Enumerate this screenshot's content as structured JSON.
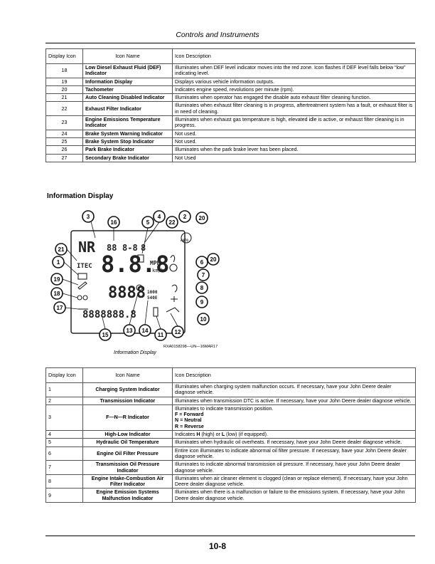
{
  "header": {
    "title": "Controls and Instruments"
  },
  "table1": {
    "headers": [
      "Display Icon",
      "Icon Name",
      "Icon Description"
    ],
    "rows": [
      {
        "num": "18",
        "name": "Low Diesel Exhaust Fluid (DEF) Indicator",
        "desc": "Illuminates when DEF level indicator moves into the red zone. Icon flashes if DEF level falls below “low” indicating level."
      },
      {
        "num": "19",
        "name": "Information Display",
        "desc": "Displays various vehicle information outputs."
      },
      {
        "num": "20",
        "name": "Tachometer",
        "desc": "Indicates engine speed, revolutions per minute (rpm)."
      },
      {
        "num": "21",
        "name": "Auto Cleaning Disabled Indicator",
        "desc": "Illuminates when operator has engaged the disable auto exhaust filter cleaning function."
      },
      {
        "num": "22",
        "name": "Exhaust Filter Indicator",
        "desc": "Illuminates when exhaust filter cleaning is in progress, aftertreatment system has a fault, or exhaust filter is in need of cleaning."
      },
      {
        "num": "23",
        "name": "Engine Emissions Temperature Indicator",
        "desc": "Illuminates when exhaust gas temperature is high, elevated idle is active, or exhaust filter cleaning is in progress."
      },
      {
        "num": "24",
        "name": "Brake System Warning Indicator",
        "desc": "Not used."
      },
      {
        "num": "25",
        "name": "Brake System Stop Indicator",
        "desc": "Not used."
      },
      {
        "num": "26",
        "name": "Park Brake Indicator",
        "desc": "Illuminates when the park brake lever has been placed."
      },
      {
        "num": "27",
        "name": "Secondary Brake Indicator",
        "desc": "Not Used"
      }
    ]
  },
  "section_title": "Information Display",
  "figure": {
    "code": "RXA0158298—UN—16MAR17",
    "caption": "Information Display",
    "callouts": [
      "1",
      "2",
      "3",
      "4",
      "5",
      "6",
      "7",
      "8",
      "9",
      "10",
      "11",
      "12",
      "13",
      "14",
      "15",
      "16",
      "17",
      "18",
      "19",
      "20",
      "20",
      "21",
      "22"
    ],
    "lcd_text": {
      "nr": "NR",
      "itec": "ITEC",
      "mph": "MPH",
      "kmh": "km/h",
      "auto": "AUTO",
      "v1000": "1000",
      "v540e": "540E",
      "big_digits": "8.8.8",
      "odo": "8888888.8"
    }
  },
  "table2": {
    "headers": [
      "Display Icon",
      "Icon Name",
      "Icon Description"
    ],
    "rows": [
      {
        "num": "1",
        "name": "Charging System Indicator",
        "desc": "Illuminates when charging system malfunction occurs. If necessary, have your John Deere dealer diagnose vehicle."
      },
      {
        "num": "2",
        "name": "Transmission Indicator",
        "desc": "Illuminates when transmission DTC is active. If necessary, have your John Deere dealer diagnose vehicle."
      },
      {
        "num": "3",
        "name": "F—N—R Indicator",
        "desc": "Illuminates to indicate transmission position.",
        "extra": [
          "F = Forward",
          "N = Neutral",
          "R = Reverse"
        ]
      },
      {
        "num": "4",
        "name": "High-Low Indicator",
        "desc_parts": [
          "Indicates ",
          "H",
          " (high) or ",
          "L",
          " (low) (if equipped)."
        ]
      },
      {
        "num": "5",
        "name": "Hydraulic Oil Temperature",
        "desc": "Illuminates when hydraulic oil overheats. If necessary, have your John Deere dealer diagnose vehicle."
      },
      {
        "num": "6",
        "name": "Engine Oil Filter Pressure",
        "desc": "Entire icon illuminates to indicate abnormal oil filter pressure. If necessary, have your John Deere dealer diagnose vehicle."
      },
      {
        "num": "7",
        "name": "Transmission Oil Pressure Indicator",
        "desc": "Illuminates to indicate abnormal transmission oil pressure. If necessary, have your John Deere dealer diagnose vehicle."
      },
      {
        "num": "8",
        "name": "Engine Intake-Combustion Air Filter Indicator",
        "desc": "Illuminates when air cleaner element is clogged (clean or replace element). If necessary, have your John Deere dealer diagnose vehicle."
      },
      {
        "num": "9",
        "name": "Engine Emission Systems Malfunction Indicator",
        "desc": "Illuminates when there is a malfunction or failure to the emissions system. If necessary, have your John Deere dealer diagnose vehicle."
      }
    ]
  },
  "footer": {
    "page": "10-8"
  }
}
